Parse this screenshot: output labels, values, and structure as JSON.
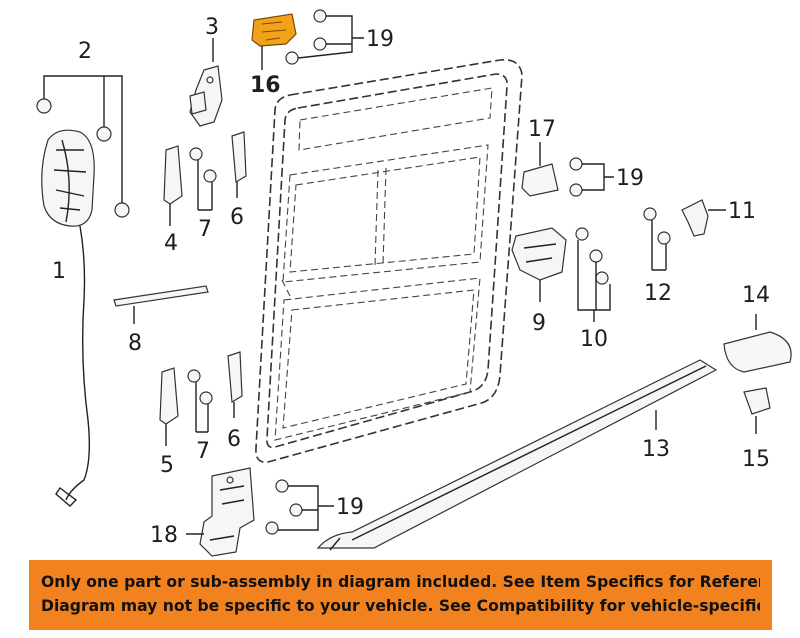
{
  "callouts": {
    "c1": "1",
    "c2": "2",
    "c3": "3",
    "c4a": "4",
    "c5": "5",
    "c6a": "6",
    "c6b": "6",
    "c7a": "7",
    "c7b": "7",
    "c8": "8",
    "c9": "9",
    "c10": "10",
    "c11": "11",
    "c12": "12",
    "c13": "13",
    "c14": "14",
    "c15": "15",
    "c16": "16",
    "c17": "17",
    "c18": "18",
    "c19a": "19",
    "c19b": "19",
    "c19c": "19"
  },
  "highlight_color": "#f2a21a",
  "banner": {
    "color": "#f2821f",
    "line1": "Only one part or sub-assembly in diagram included. See Item Specifics for Reference #.",
    "line2": "Diagram may not be specific to your vehicle. See Compatibility for vehicle-specific diagrams."
  }
}
